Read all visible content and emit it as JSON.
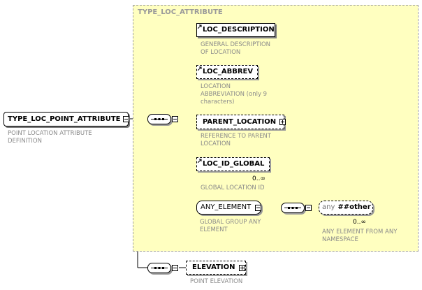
{
  "root": {
    "name": "TYPE_LOC_POINT_ATTRIBUTE",
    "annotation_lines": [
      "POINT LOCATION ATTRIBUTE",
      "DEFINITION"
    ]
  },
  "type_box": {
    "title": "TYPE_LOC_ATTRIBUTE"
  },
  "elements": {
    "loc_description": {
      "name": "LOC_DESCRIPTION",
      "annotation_lines": [
        "GENERAL DESCRIPTION",
        "OF LOCATION"
      ]
    },
    "loc_abbrev": {
      "name": "LOC_ABBREV",
      "annotation_lines": [
        "LOCATION",
        "ABBREVIATION (only 9",
        "characters)"
      ]
    },
    "parent_location": {
      "name": "PARENT_LOCATION",
      "annotation_lines": [
        "REFERENCE TO PARENT",
        "LOCATION"
      ]
    },
    "loc_id_global": {
      "name": "LOC_ID_GLOBAL",
      "cardinality": "0..∞",
      "annotation_lines": [
        "GLOBAL LOCATION ID"
      ]
    },
    "any_element": {
      "name": "ANY_ELEMENT",
      "annotation_lines": [
        "GLOBAL GROUP ANY",
        "ELEMENT"
      ]
    },
    "any_other": {
      "keyword": "any",
      "namespace": "##other",
      "cardinality": "0..∞",
      "annotation_lines": [
        "ANY ELEMENT FROM ANY",
        "NAMESPACE"
      ]
    },
    "elevation": {
      "name": "ELEVATION",
      "annotation_lines": [
        "POINT ELEVATION"
      ]
    }
  },
  "colors": {
    "type_background": "#ffffc0",
    "annotation_text": "#8a8a8a",
    "shadow": "#7f7f7f"
  }
}
